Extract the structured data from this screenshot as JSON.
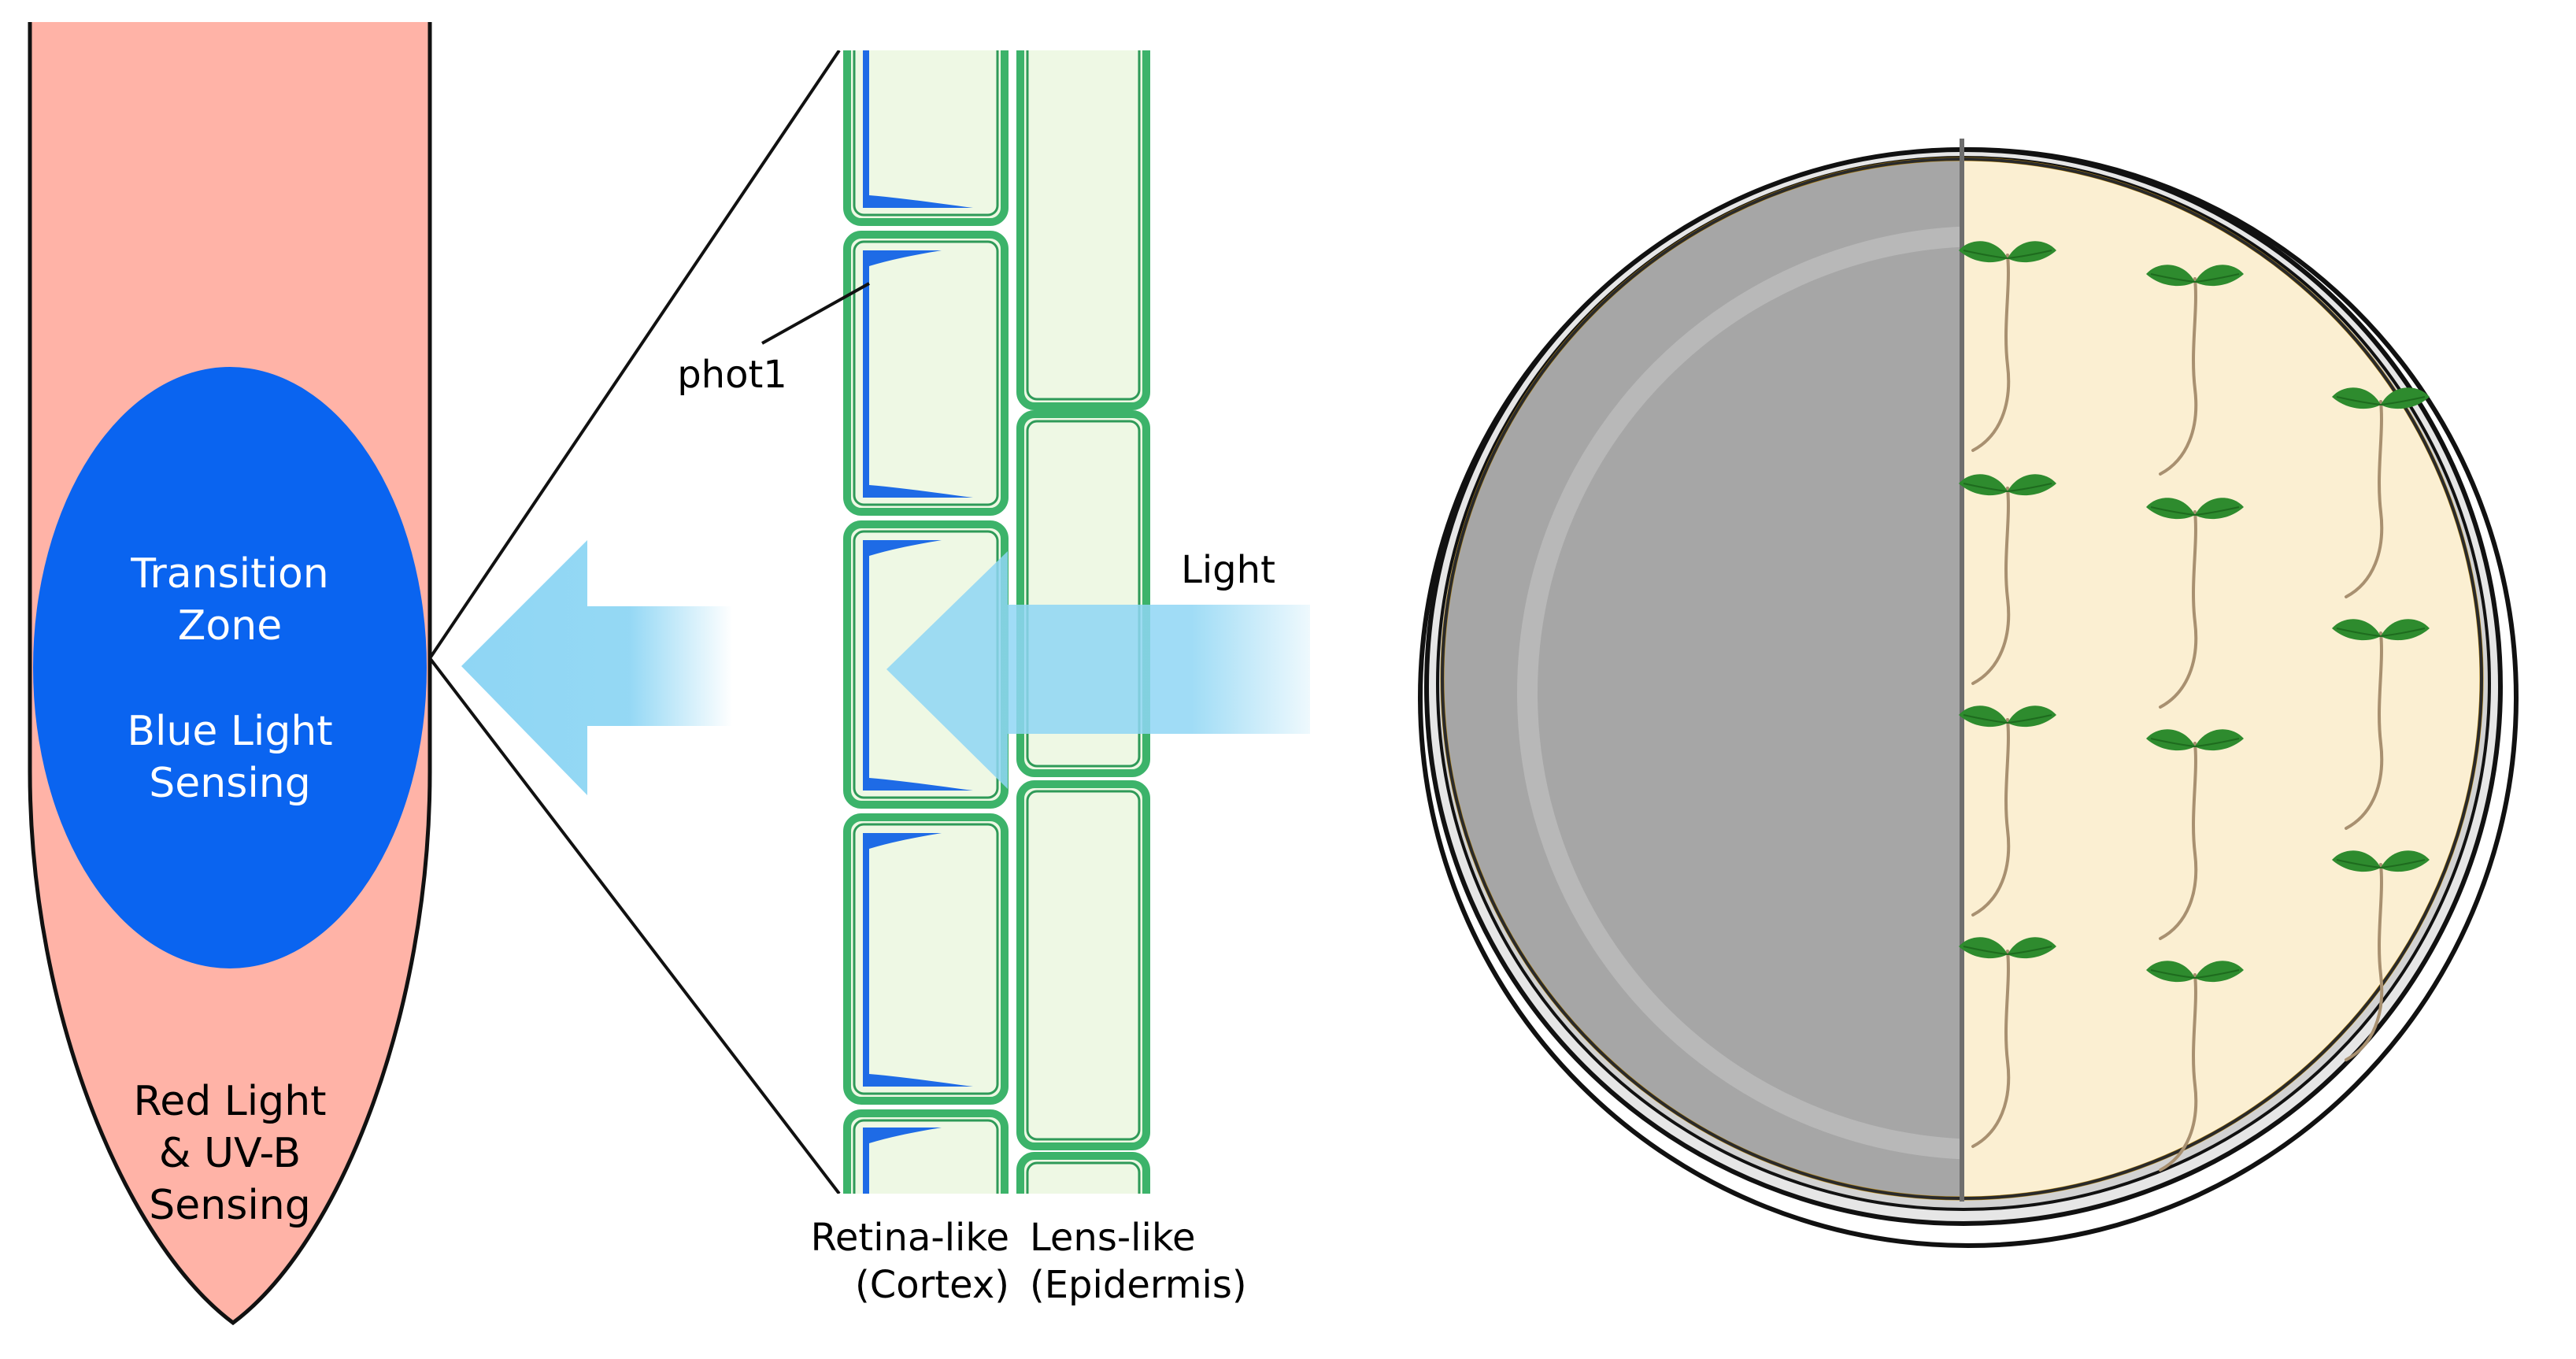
{
  "root": {
    "transition_zone_line1": "Transition",
    "transition_zone_line2": "Zone",
    "blue_sensing_line1": "Blue Light",
    "blue_sensing_line2": "Sensing",
    "red_sensing_line1": "Red Light",
    "red_sensing_line2": "& UV-B",
    "red_sensing_line3": "Sensing"
  },
  "cells": {
    "phot1_label": "phot1",
    "light_label": "Light",
    "cortex_label_line1": "Retina-like",
    "cortex_label_line2": "(Cortex)",
    "epidermis_label_line1": "Lens-like",
    "epidermis_label_line2": "(Epidermis)"
  },
  "colors": {
    "root_fill": "#FFB3A7",
    "transition_zone": "#0A64F0",
    "cell_border": "#3CB36A",
    "cell_fill": "#EEF8E4",
    "phot1_blue": "#1E6BE6",
    "light_arrow": "#8FD6F4",
    "dark_half": "#A6A6A6",
    "agar": "#FBEFD2",
    "leaf": "#2E8B2E",
    "seedling_root": "#A89070"
  },
  "icons": {
    "seedling": "seedling-icon",
    "petri_dish": "petri-dish-icon"
  }
}
